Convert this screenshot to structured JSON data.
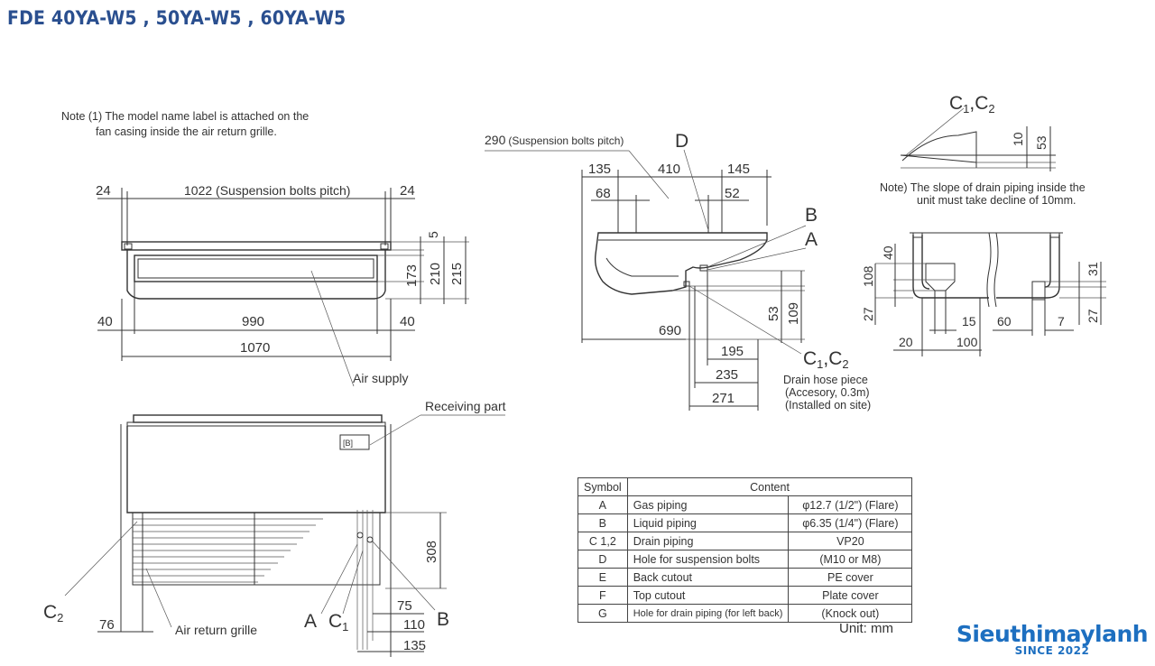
{
  "title": "FDE 40YA-W5 , 50YA-W5 , 60YA-W5",
  "notes": {
    "model_label_line1": "Note (1) The model name label is attached on the",
    "model_label_line2": "fan casing inside the air return grille.",
    "drain_line1": "Note) The slope of drain piping inside the",
    "drain_line2": "unit must take decline of 10mm."
  },
  "front_view": {
    "d24_left": "24",
    "d_bolts": "1022 (Suspension bolts pitch)",
    "d24_right": "24",
    "d5": "5",
    "d173": "173",
    "d210": "210",
    "d215": "215",
    "d40_left": "40",
    "d990": "990",
    "d40_right": "40",
    "d1070": "1070"
  },
  "bottom_view": {
    "air_supply": "Air supply",
    "receiving_part": "Receiving part",
    "receiver_text": "[B]",
    "d308": "308",
    "c2": "C",
    "c2_sub": "2",
    "d76": "76",
    "air_return": "Air return grille",
    "a": "A",
    "c1": "C",
    "c1_sub": "1",
    "d75": "75",
    "d110": "110",
    "d135": "135",
    "b": "B"
  },
  "side_view": {
    "d290": "290",
    "d290_note": "(Suspension bolts pitch)",
    "d": "D",
    "d135": "135",
    "d410": "410",
    "d145": "145",
    "d68": "68",
    "d52": "52",
    "b": "B",
    "a": "A",
    "d53": "53",
    "d109": "109",
    "d690": "690",
    "c12_label": "C",
    "c1_sub": "1",
    "c_sep": ",C",
    "c2_sub": "2",
    "d195": "195",
    "d235": "235",
    "d271": "271",
    "drain_hose_1": "Drain hose piece",
    "drain_hose_2": "(Accesory, 0.3m)",
    "drain_hose_3": "(Installed on site)"
  },
  "slope_detail": {
    "c12_label": "C",
    "c1_sub": "1",
    "c_sep": ",C",
    "c2_sub": "2",
    "d10": "10",
    "d53": "53"
  },
  "drain_detail": {
    "d40": "40",
    "d108": "108",
    "d27_left": "27",
    "d15": "15",
    "d20": "20",
    "d100": "100",
    "d60": "60",
    "d7": "7",
    "d31": "31",
    "d27_right": "27"
  },
  "table": {
    "headers": [
      "Symbol",
      "Content",
      ""
    ],
    "rows": [
      [
        "A",
        "Gas piping",
        "φ12.7 (1/2\") (Flare)"
      ],
      [
        "B",
        "Liquid piping",
        "φ6.35 (1/4\") (Flare)"
      ],
      [
        "C 1,2",
        "Drain piping",
        "VP20"
      ],
      [
        "D",
        "Hole for suspension bolts",
        "(M10 or M8)"
      ],
      [
        "E",
        "Back cutout",
        "PE cover"
      ],
      [
        "F",
        "Top cutout",
        "Plate cover"
      ],
      [
        "G",
        "Hole for drain piping (for left back)",
        "(Knock out)"
      ]
    ]
  },
  "unit": "Unit: mm",
  "logo": {
    "name": "Sieuthimaylanh",
    "tagline": "SINCE 2022",
    "color": "#1d6fc0"
  },
  "colors": {
    "title": "#2a4f8f",
    "line": "#333333"
  }
}
